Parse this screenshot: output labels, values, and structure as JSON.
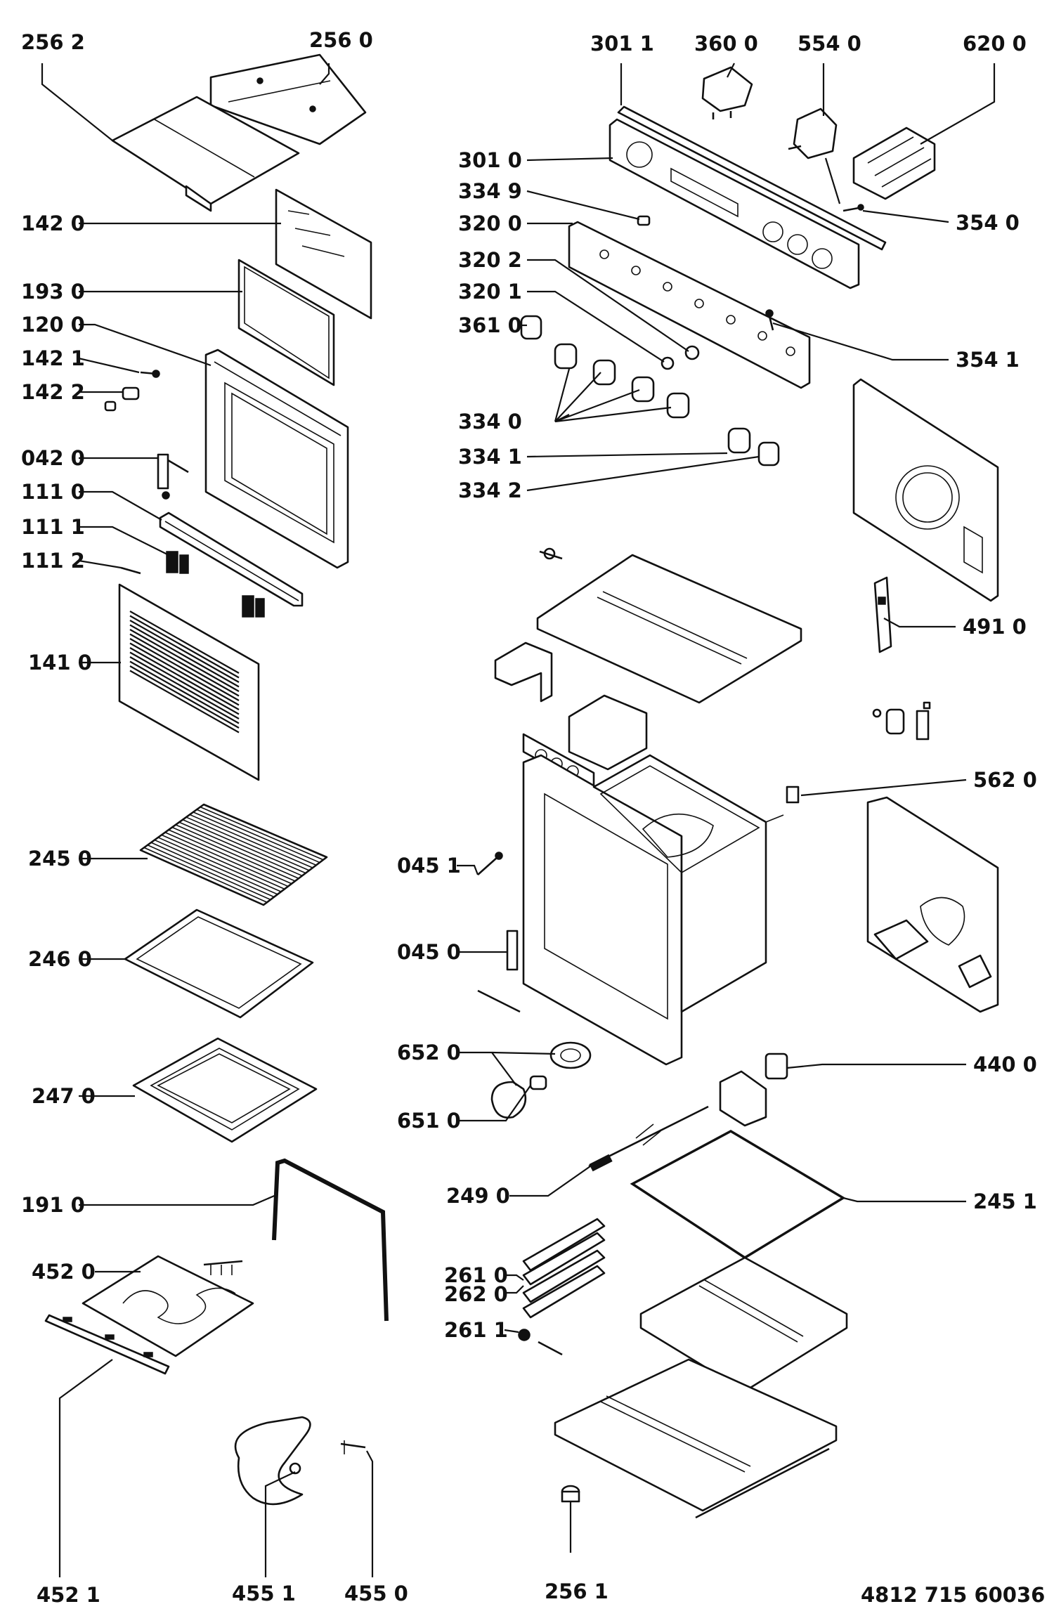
{
  "diagram": {
    "doc_number": "4812 715 60036",
    "labels": {
      "l2562": "256 2",
      "l2560": "256 0",
      "l3011": "301 1",
      "l3600": "360 0",
      "l5540": "554 0",
      "l6200": "620 0",
      "l3010": "301 0",
      "l3349": "334 9",
      "l3540": "354 0",
      "l1420": "142 0",
      "l3200": "320 0",
      "l3202": "320 2",
      "l1930": "193 0",
      "l3201": "320 1",
      "l1200": "120 0",
      "l3610": "361 0",
      "l1421": "142 1",
      "l3541": "354 1",
      "l1422": "142 2",
      "l3340": "334 0",
      "l0420": "042 0",
      "l3341": "334 1",
      "l1110": "111 0",
      "l3342": "334 2",
      "l1111": "111 1",
      "l1112": "111 2",
      "l4910": "491 0",
      "l1410": "141 0",
      "l5620": "562 0",
      "l2450": "245 0",
      "l0451": "045 1",
      "l2460": "246 0",
      "l0450": "045 0",
      "l6520": "652 0",
      "l4400": "440 0",
      "l2470": "247 0",
      "l6510": "651 0",
      "l1910": "191 0",
      "l2490": "249 0",
      "l2451": "245 1",
      "l4520": "452 0",
      "l2610": "261 0",
      "l2620": "262 0",
      "l2611": "261 1",
      "l4521": "452 1",
      "l4551": "455 1",
      "l4550": "455 0",
      "l2561": "256 1"
    }
  }
}
